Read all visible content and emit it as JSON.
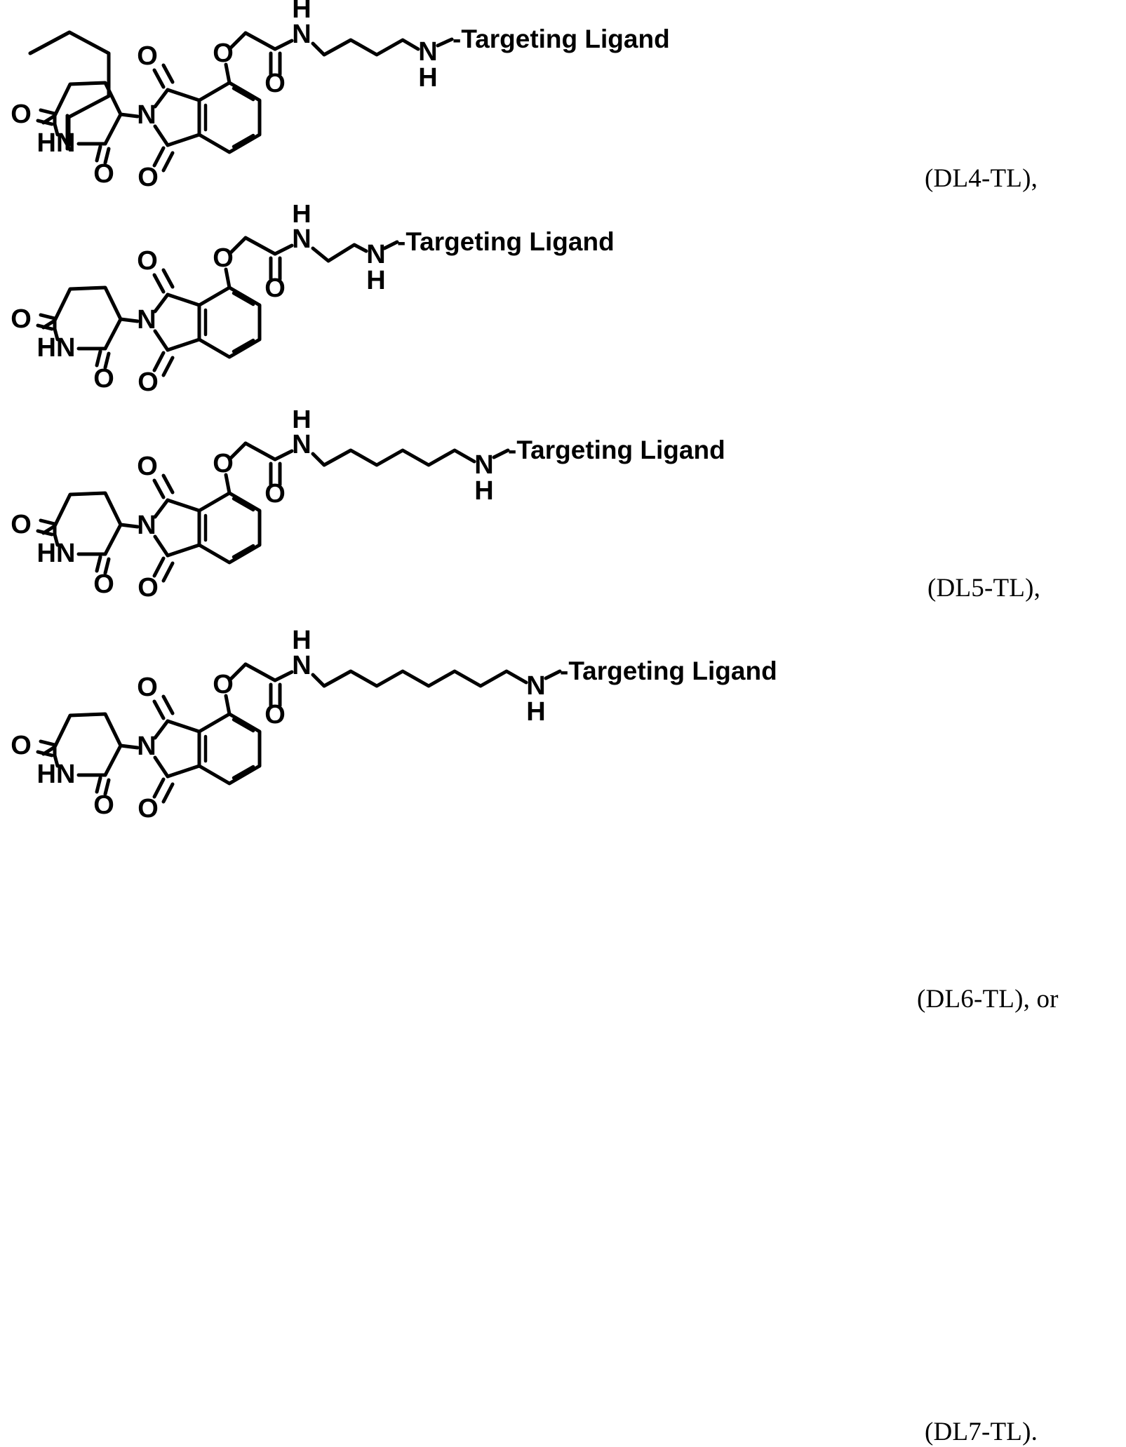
{
  "document": {
    "type": "patent-chemical-structure-page",
    "background_color": "#ffffff",
    "ink_color": "#000000"
  },
  "structures": [
    {
      "id": "dl4",
      "label": "(DL4-TL),",
      "terminal_text": "-Targeting Ligand",
      "linker_chain_carbons": 4,
      "linker_name": "butyl",
      "atom_labels": {
        "glutarimide_ketone_o": "O",
        "glutarimide_nh": "HN",
        "glutarimide_lactam_o": "O",
        "imide_top_o": "O",
        "imide_n": "N",
        "imide_bottom_o": "O",
        "aryl_ether_o": "O",
        "amide_o": "O",
        "amide_nh_n": "N",
        "amide_nh_h": "H",
        "terminal_n": "N",
        "terminal_h": "H"
      }
    },
    {
      "id": "dl5",
      "label": "(DL5-TL),",
      "terminal_text": "-Targeting Ligand",
      "linker_chain_carbons": 2,
      "linker_name": "ethyl",
      "atom_labels": {
        "glutarimide_ketone_o": "O",
        "glutarimide_nh": "HN",
        "glutarimide_lactam_o": "O",
        "imide_top_o": "O",
        "imide_n": "N",
        "imide_bottom_o": "O",
        "aryl_ether_o": "O",
        "amide_o": "O",
        "amide_nh_n": "N",
        "amide_nh_h": "H",
        "terminal_n": "N",
        "terminal_h": "H"
      }
    },
    {
      "id": "dl6",
      "label": "(DL6-TL), or",
      "terminal_text": "-Targeting Ligand",
      "linker_chain_carbons": 6,
      "linker_name": "hexyl",
      "atom_labels": {
        "glutarimide_ketone_o": "O",
        "glutarimide_nh": "HN",
        "glutarimide_lactam_o": "O",
        "imide_top_o": "O",
        "imide_n": "N",
        "imide_bottom_o": "O",
        "aryl_ether_o": "O",
        "amide_o": "O",
        "amide_nh_n": "N",
        "amide_nh_h": "H",
        "terminal_n": "N",
        "terminal_h": "H"
      }
    },
    {
      "id": "dl7",
      "label": "(DL7-TL).",
      "terminal_text": "-Targeting Ligand",
      "linker_chain_carbons": 8,
      "linker_name": "octyl",
      "atom_labels": {
        "glutarimide_ketone_o": "O",
        "glutarimide_nh": "HN",
        "glutarimide_lactam_o": "O",
        "imide_top_o": "O",
        "imide_n": "N",
        "imide_bottom_o": "O",
        "aryl_ether_o": "O",
        "amide_o": "O",
        "amide_nh_n": "N",
        "amide_nh_h": "H",
        "terminal_n": "N",
        "terminal_h": "H"
      }
    }
  ]
}
